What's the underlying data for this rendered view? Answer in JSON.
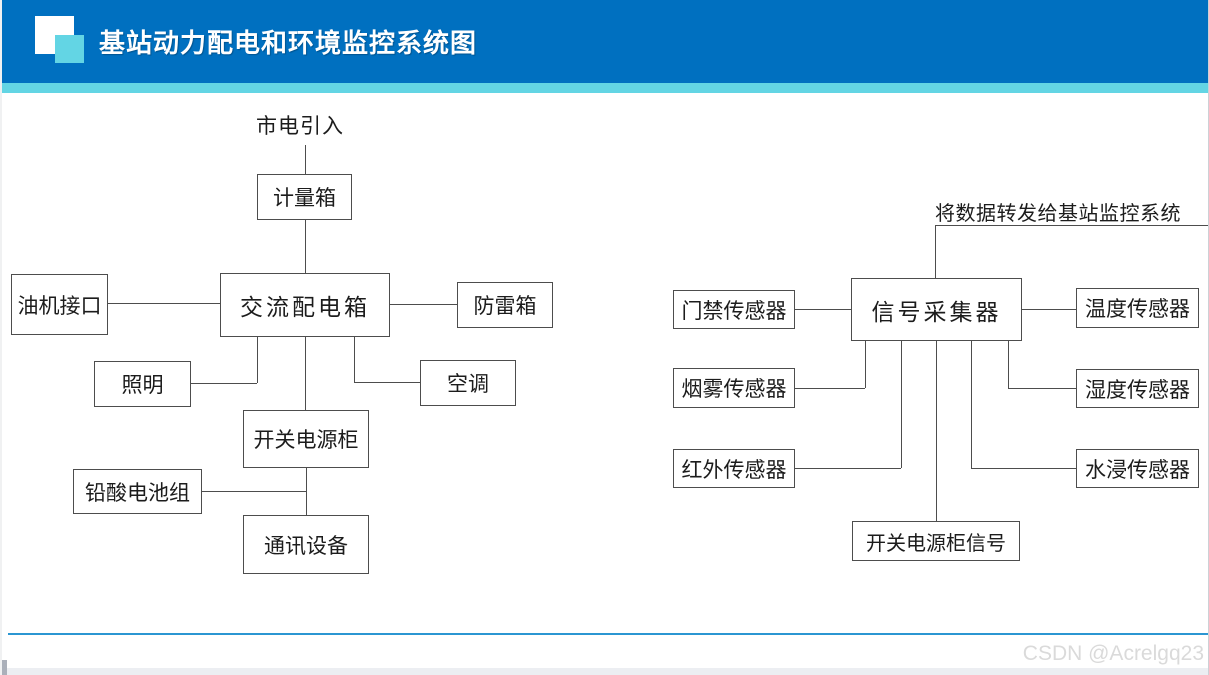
{
  "header": {
    "title": "基站动力配电和环境监控系统图"
  },
  "colors": {
    "header_bar": "#0070C0",
    "accent_cyan": "#63D5E4",
    "footer_line_blue": "#2B96D2",
    "box_border": "#4D4D4D",
    "watermark_gray": "#DADADA"
  },
  "diagram": {
    "left_cluster": {
      "source_label": "市电引入",
      "nodes": {
        "metering_box": "计量箱",
        "ac_distribution_box": "交流配电箱",
        "generator_interface": "油机接口",
        "lightning_protection_box": "防雷箱",
        "lighting": "照明",
        "air_conditioner": "空调",
        "switching_power_cabinet": "开关电源柜",
        "lead_acid_battery": "铅酸电池组",
        "communication_equipment": "通讯设备"
      }
    },
    "right_cluster": {
      "note": "将数据转发给基站监控系统",
      "nodes": {
        "signal_collector": "信号采集器",
        "door_sensor": "门禁传感器",
        "smoke_sensor": "烟雾传感器",
        "infrared_sensor": "红外传感器",
        "temperature_sensor": "温度传感器",
        "humidity_sensor": "湿度传感器",
        "water_sensor": "水浸传感器",
        "switching_power_signal": "开关电源柜信号"
      }
    }
  },
  "footer": {
    "watermark": "CSDN @Acrelgq23"
  }
}
